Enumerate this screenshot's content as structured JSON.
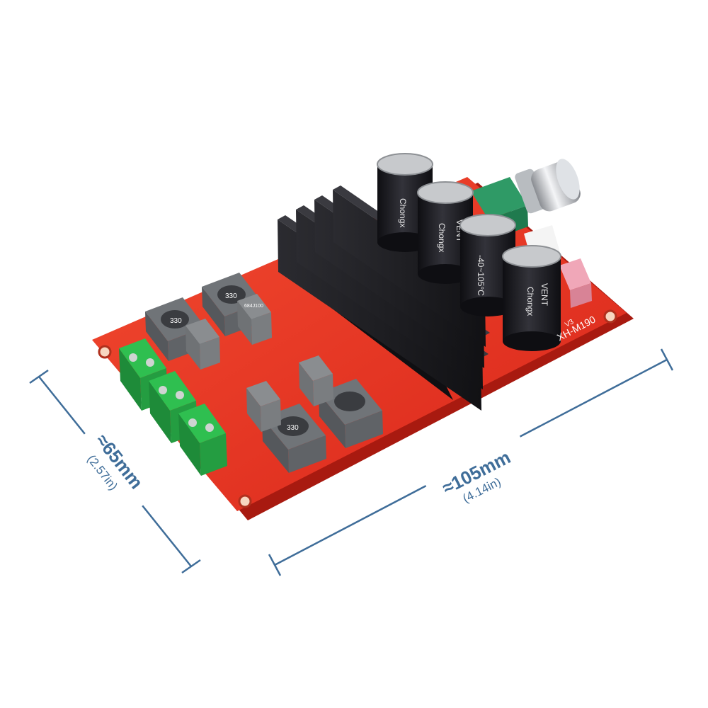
{
  "product": {
    "board_model": "XH-M190",
    "board_version": "V3"
  },
  "dimensions": {
    "length": {
      "main": "≈105mm",
      "sub": "(4.14in)"
    },
    "width": {
      "main": "≈65mm",
      "sub": "(2.57in)"
    }
  },
  "components": {
    "inductor_marking": "330",
    "resistor_marking": "684J100",
    "capacitor_brand": "Chongx",
    "capacitor_vent": "VENT",
    "capacitor_temp": "-40~105°C"
  },
  "colors": {
    "pcb": "#e8311f",
    "heatsink": "#1f1f22",
    "terminal": "#27a844",
    "dimension_line": "#3f6d99",
    "capacitor": "#1d1d22"
  }
}
